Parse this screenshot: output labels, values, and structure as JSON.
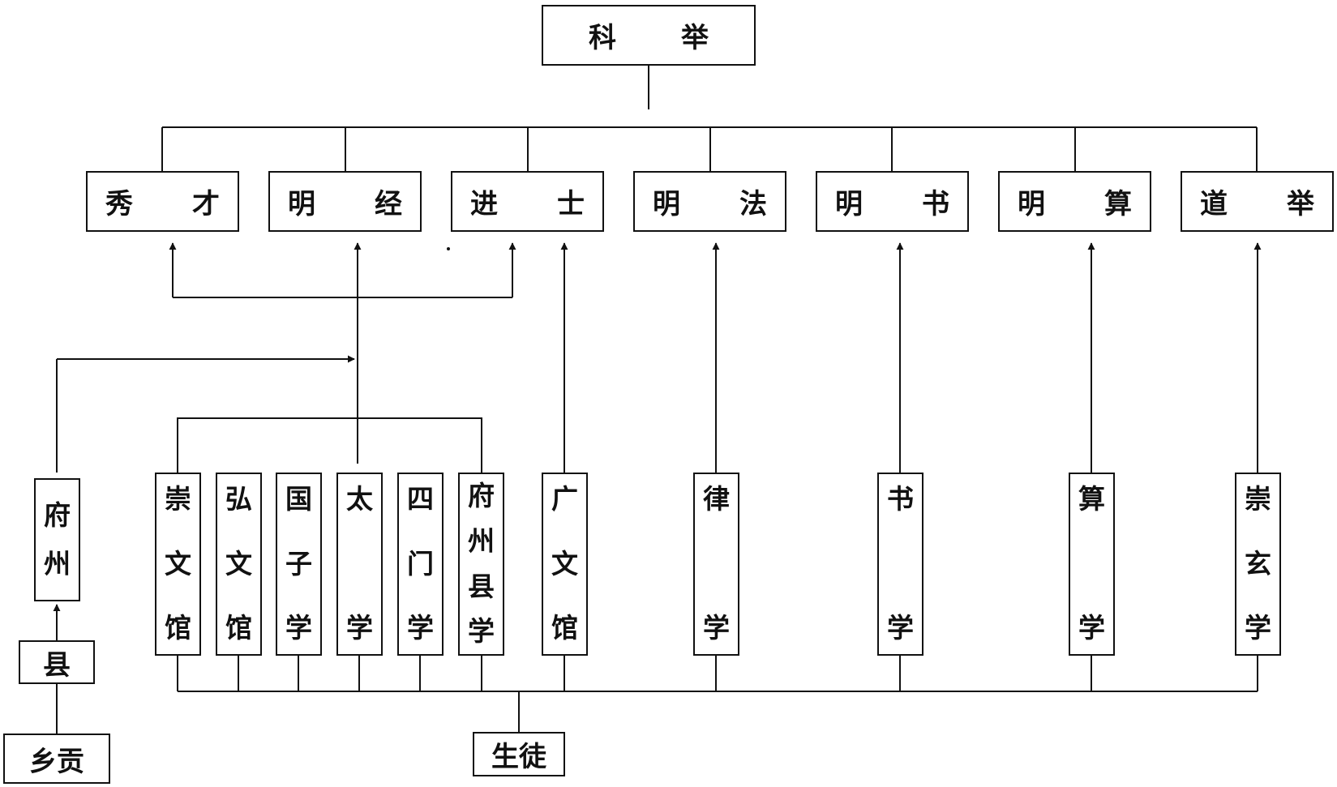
{
  "root": {
    "l": "科",
    "r": "举"
  },
  "categories": [
    {
      "l": "秀",
      "r": "才"
    },
    {
      "l": "明",
      "r": "经"
    },
    {
      "l": "进",
      "r": "士"
    },
    {
      "l": "明",
      "r": "法"
    },
    {
      "l": "明",
      "r": "书"
    },
    {
      "l": "明",
      "r": "算"
    },
    {
      "l": "道",
      "r": "举"
    }
  ],
  "schools": {
    "chongwenguan": [
      "崇",
      "文",
      "馆"
    ],
    "hongwenguan": [
      "弘",
      "文",
      "馆"
    ],
    "guozixue": [
      "国",
      "子",
      "学"
    ],
    "taixue": [
      "太",
      "学"
    ],
    "simenxue": [
      "四",
      "门",
      "学"
    ],
    "fuzhouxianxue": [
      "府",
      "州",
      "县",
      "学"
    ],
    "guangwenguan": [
      "广",
      "文",
      "馆"
    ],
    "lvxue": [
      "律",
      "学"
    ],
    "shuxue": [
      "书",
      "学"
    ],
    "suanxue": [
      "算",
      "学"
    ],
    "chongxuanxue": [
      "崇",
      "玄",
      "学"
    ]
  },
  "fuzhou": [
    "府",
    "州"
  ],
  "xian": "县",
  "xianggong": "乡贡",
  "shengtu": "生徒"
}
